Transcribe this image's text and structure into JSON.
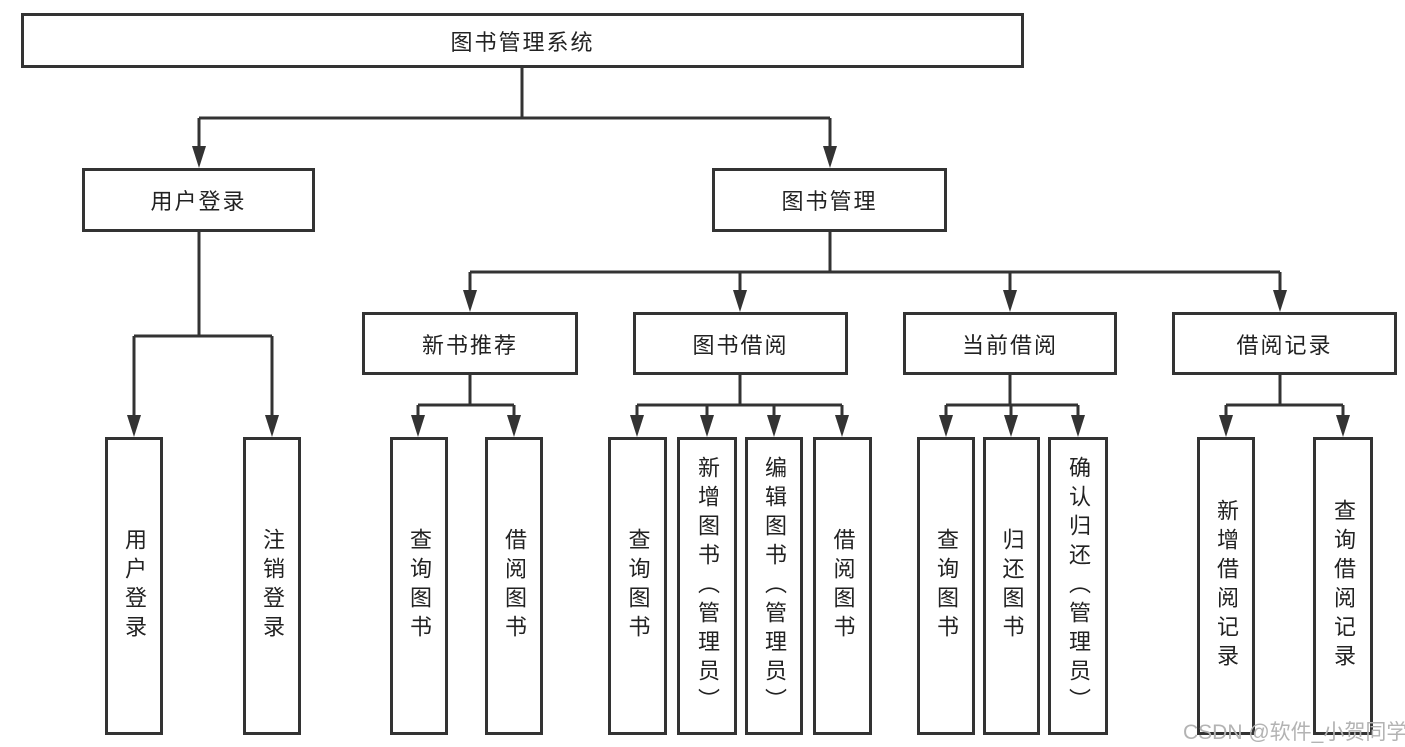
{
  "root": {
    "label": "图书管理系统"
  },
  "branches": [
    {
      "label": "用户登录",
      "children": [
        {
          "label": "用户登录"
        },
        {
          "label": "注销登录"
        }
      ]
    },
    {
      "label": "图书管理",
      "children": [
        {
          "label": "新书推荐",
          "children": [
            {
              "label": "查询图书"
            },
            {
              "label": "借阅图书"
            }
          ]
        },
        {
          "label": "图书借阅",
          "children": [
            {
              "label": "查询图书"
            },
            {
              "label": "新增图书（管理员）"
            },
            {
              "label": "编辑图书（管理员）"
            },
            {
              "label": "借阅图书"
            }
          ]
        },
        {
          "label": "当前借阅",
          "children": [
            {
              "label": "查询图书"
            },
            {
              "label": "归还图书"
            },
            {
              "label": "确认归还（管理员）"
            }
          ]
        },
        {
          "label": "借阅记录",
          "children": [
            {
              "label": "新增借阅记录"
            },
            {
              "label": "查询借阅记录"
            }
          ]
        }
      ]
    }
  ],
  "watermark": "CSDN @软件_小贺同学",
  "colors": {
    "line": "#333333",
    "text": "#222222",
    "watermark": "#b3b3b3",
    "background": "#ffffff"
  }
}
